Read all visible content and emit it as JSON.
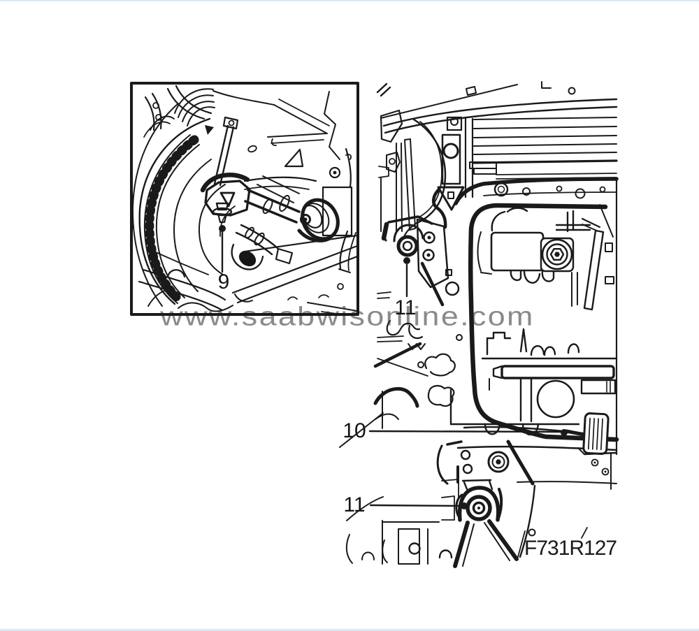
{
  "labels": {
    "watermark": "www.saabwisonline.com",
    "figure_code": "F731R127",
    "part9": "9",
    "part10": "10",
    "part11_top": "11",
    "part11_bottom": "11"
  },
  "colors": {
    "background": "#ffffff",
    "line": "#1a1a1a",
    "watermark": "#8a8a8a",
    "page_edge": "#dce9f2"
  }
}
